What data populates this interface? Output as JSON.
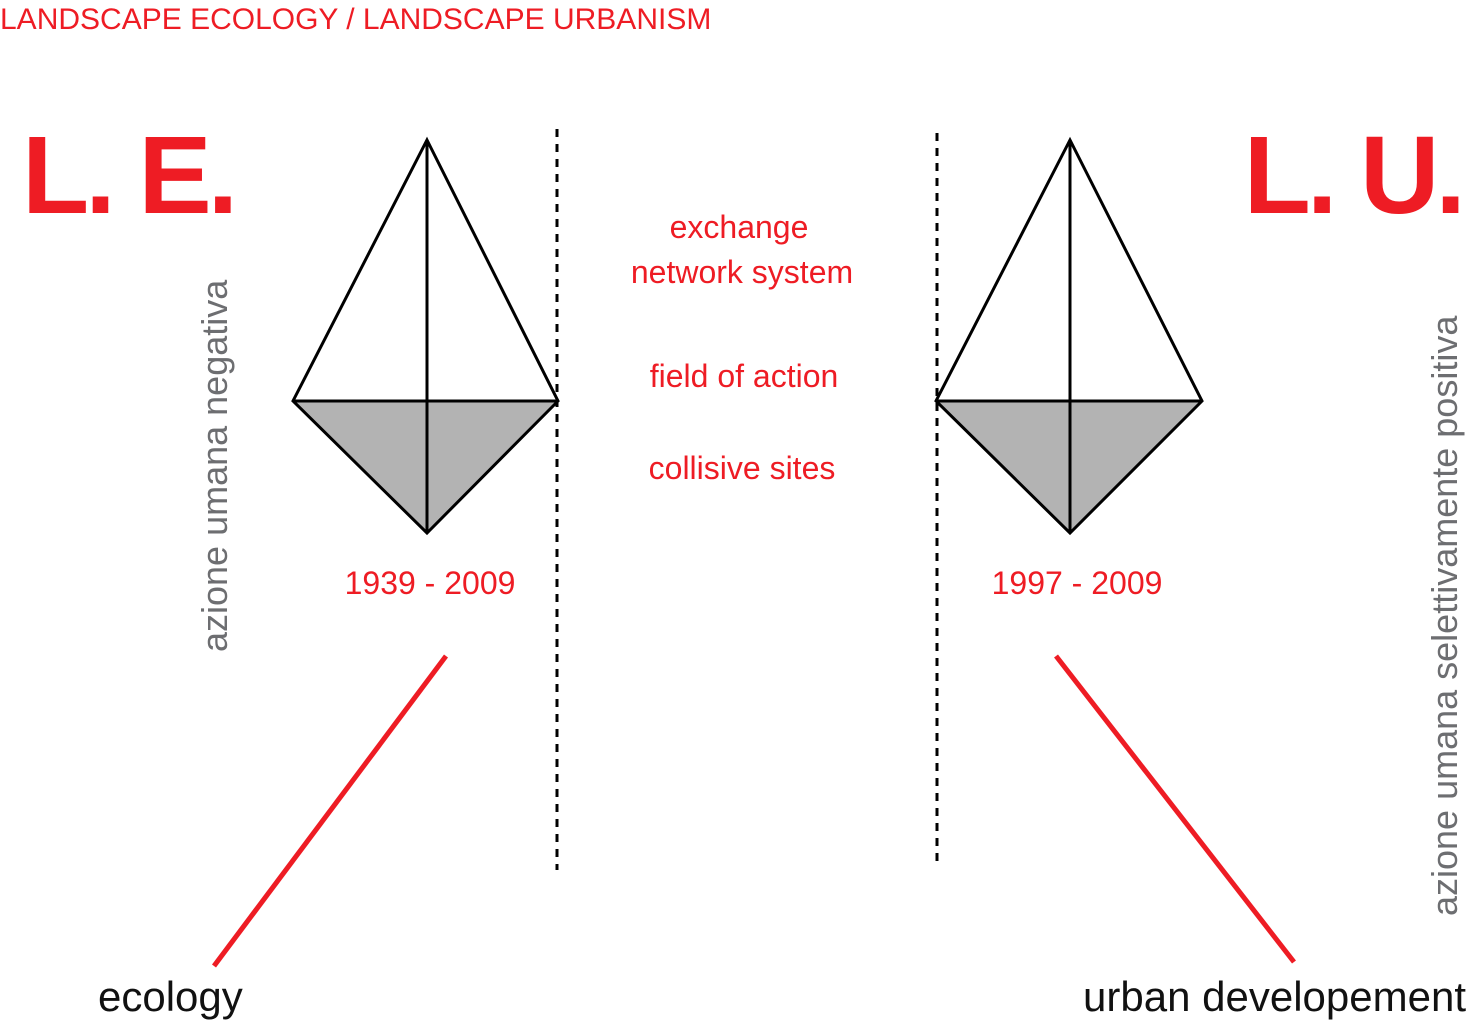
{
  "header": {
    "title": "LANDSCAPE ECOLOGY / LANDSCAPE URBANISM"
  },
  "left": {
    "abbreviation": "L. E.",
    "vertical_caption": "azione umana negativa",
    "period": "1939 - 2009",
    "bottom_label": "ecology"
  },
  "center": {
    "line1": "exchange",
    "line2": "network system",
    "line3": "field of action",
    "line4": "collisive sites"
  },
  "right": {
    "abbreviation": "L. U.",
    "vertical_caption": "azione umana selettivamente positiva",
    "period": "1997 - 2009",
    "bottom_label": "urban developement"
  },
  "colors": {
    "accent_red": "#ee1c24",
    "caption_grey": "#6d6e71",
    "fill_grey": "#b3b3b3",
    "line_black": "#000000"
  }
}
